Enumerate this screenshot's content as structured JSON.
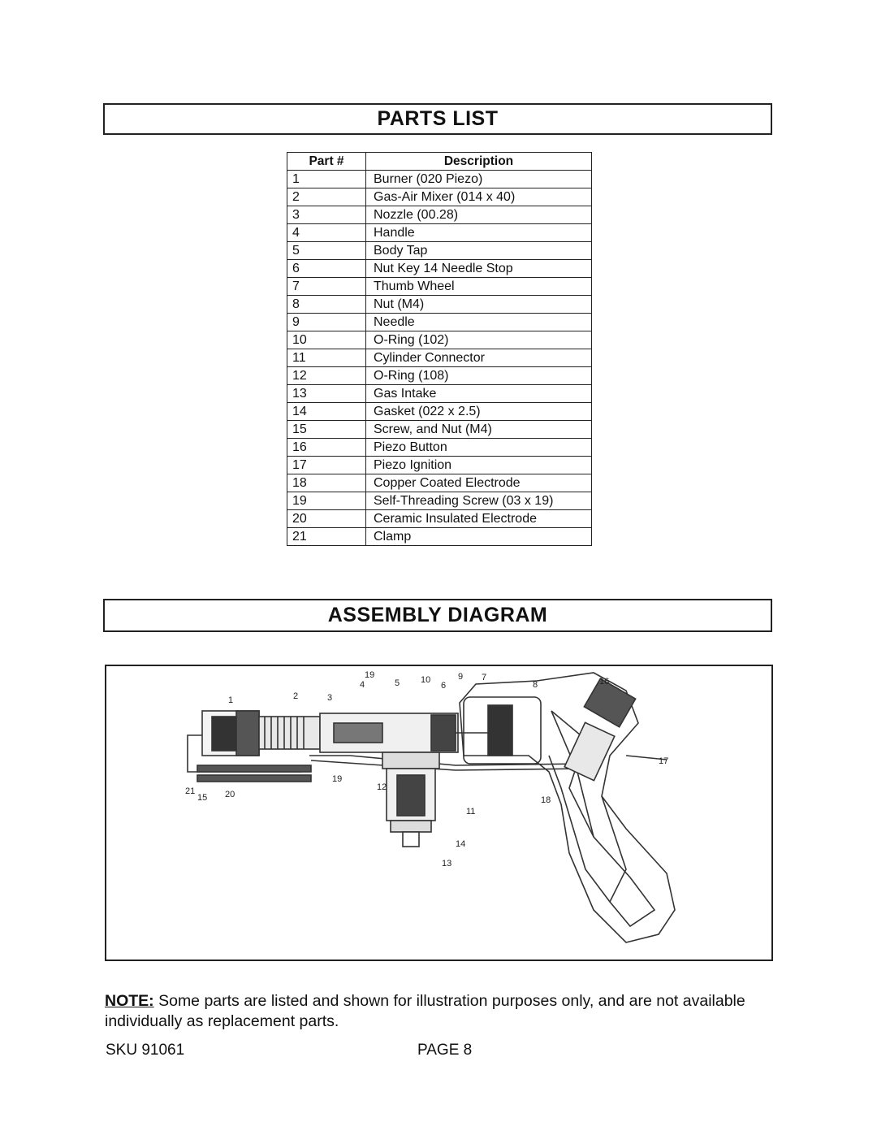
{
  "parts_list": {
    "title": "PARTS LIST",
    "columns": [
      "Part #",
      "Description"
    ],
    "rows": [
      [
        "1",
        "Burner (020 Piezo)"
      ],
      [
        "2",
        "Gas-Air Mixer (014 x 40)"
      ],
      [
        "3",
        "Nozzle (00.28)"
      ],
      [
        "4",
        "Handle"
      ],
      [
        "5",
        "Body Tap"
      ],
      [
        "6",
        "Nut Key  14 Needle Stop"
      ],
      [
        "7",
        "Thumb Wheel"
      ],
      [
        "8",
        "Nut (M4)"
      ],
      [
        "9",
        "Needle"
      ],
      [
        "10",
        "O-Ring (102)"
      ],
      [
        "11",
        "Cylinder Connector"
      ],
      [
        "12",
        "O-Ring (108)"
      ],
      [
        "13",
        "Gas Intake"
      ],
      [
        "14",
        "Gasket (022 x 2.5)"
      ],
      [
        "15",
        "Screw, and Nut (M4)"
      ],
      [
        "16",
        "Piezo Button"
      ],
      [
        "17",
        "Piezo Ignition"
      ],
      [
        "18",
        "Copper Coated Electrode"
      ],
      [
        "19",
        "Self-Threading Screw (03 x 19)"
      ],
      [
        "20",
        "Ceramic Insulated Electrode"
      ],
      [
        "21",
        "Clamp"
      ]
    ]
  },
  "assembly": {
    "title": "ASSEMBLY DIAGRAM",
    "callouts": [
      "19",
      "4",
      "5",
      "10",
      "6",
      "9",
      "7",
      "8",
      "16",
      "1",
      "2",
      "3",
      "17",
      "21",
      "15",
      "20",
      "19",
      "12",
      "18",
      "11",
      "14",
      "13"
    ]
  },
  "note": {
    "label": "NOTE:",
    "text": " Some parts are listed and shown for illustration purposes only, and are not available individually as replacement parts."
  },
  "footer": {
    "sku": "SKU 91061",
    "page": "PAGE 8"
  }
}
